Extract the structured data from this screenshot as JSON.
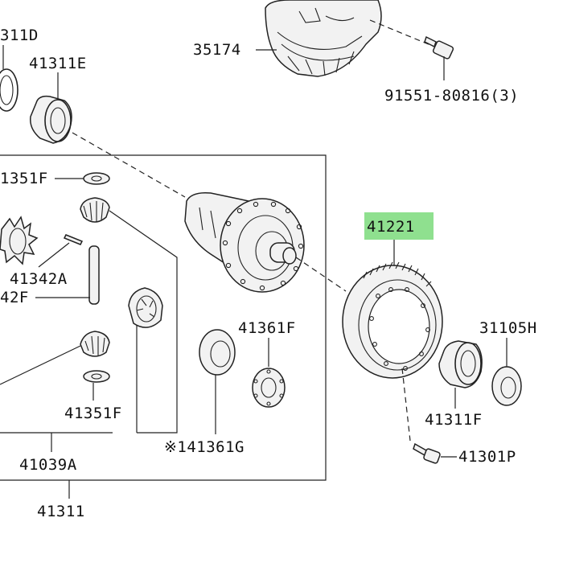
{
  "highlight_color": "#8fe08f",
  "labels": {
    "p311d": "311D",
    "p41311e": "41311E",
    "p35174": "35174",
    "p91551": "91551-80816(3)",
    "p41351f_top": "1351F",
    "p41221": "41221",
    "p41342a": "41342A",
    "p42f": "42F",
    "p41361f": "41361F",
    "p31105h": "31105H",
    "p41351f_bottom": "41351F",
    "p41311f": "41311F",
    "p41361g": "※141361G",
    "p41301p": "41301P",
    "p41039a": "41039A",
    "p41311": "41311"
  },
  "icons": {
    "differential_case": "differential-case-icon",
    "ring_gear": "ring-gear-icon",
    "bearing": "bearing-icon",
    "pinion_gear": "pinion-gear-icon",
    "side_gear": "side-gear-icon",
    "washer": "washer-icon",
    "shaft": "pinion-shaft-icon",
    "bolt": "bolt-icon",
    "housing": "transaxle-housing-icon",
    "pin": "pin-icon"
  }
}
